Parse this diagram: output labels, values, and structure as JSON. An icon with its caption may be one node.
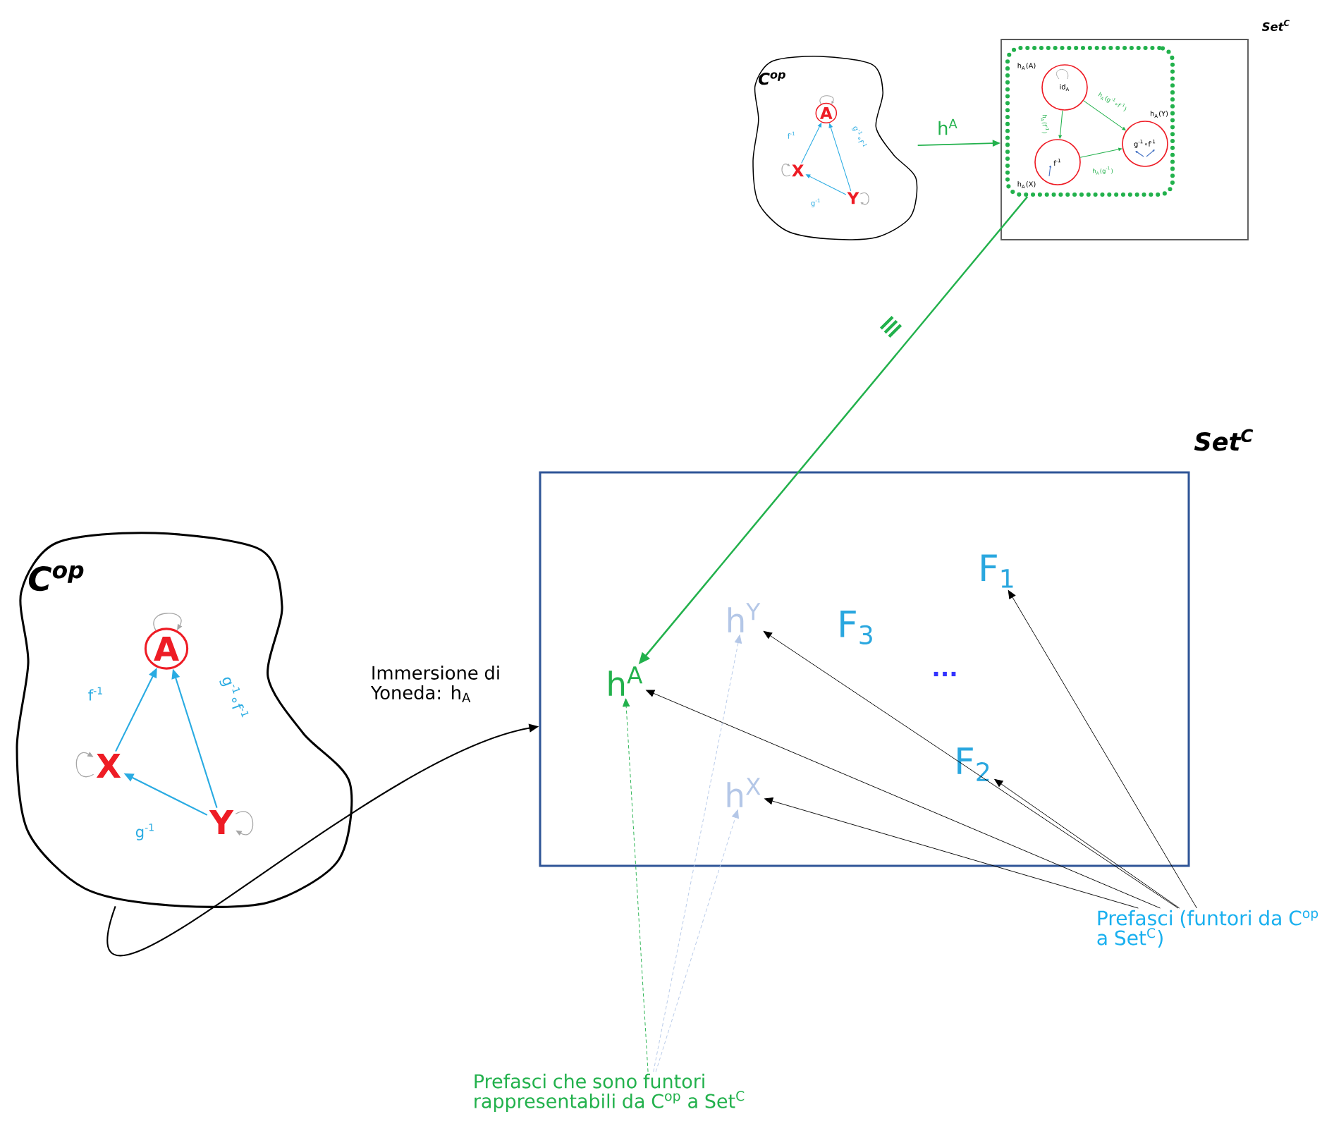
{
  "diagram": {
    "nodes": [
      {
        "text": [
          "C$^{op}$"
        ]
      },
      {
        "text": [
          "A"
        ],
        "in": 0
      },
      {
        "text": [
          "X"
        ],
        "in": 0
      },
      {
        "text": [
          "Y"
        ],
        "in": 0
      },
      {
        "text": [
          "Set$^{C}$"
        ]
      },
      {
        "text": [],
        "shape": "box",
        "in": 4
      },
      {
        "text": [
          "id$_{A}$"
        ],
        "beside": [
          "h$_{A}$(A)"
        ],
        "in": 5
      },
      {
        "text": [
          "f$^{-1}$"
        ],
        "beside": [
          "h$_{A}$(X)"
        ],
        "in": 5
      },
      {
        "text": [
          "g$^{-1}$∘f$^{-1}$"
        ],
        "beside": [
          "h$_{A}$(Y)"
        ],
        "in": 5
      },
      {
        "text": [
          "C$^{op}$"
        ]
      },
      {
        "text": [
          "A"
        ],
        "in": 9
      },
      {
        "text": [
          "X"
        ],
        "in": 9
      },
      {
        "text": [
          "Y"
        ],
        "in": 9
      },
      {
        "text": [
          "Set$^{C}$"
        ]
      },
      {
        "text": [
          "F$_{1}$"
        ],
        "in": 13
      },
      {
        "text": [
          "h$^{Y}$"
        ],
        "in": 13
      },
      {
        "text": [
          "F$_{3}$"
        ],
        "in": 13
      },
      {
        "text": [
          "h$^{A}$"
        ],
        "in": 13
      },
      {
        "text": [
          "F$_{2}$"
        ],
        "in": 13
      },
      {
        "text": [
          "h$^{X}$"
        ],
        "in": 13
      },
      {
        "text": [
          "Prefasci (funtori da C$^{op}$ a Set$^{C}$)"
        ]
      },
      {
        "text": [
          "Prefasci che sono funtori rappresentabili da C$^{op}$ a Set$^{C}$"
        ]
      }
    ],
    "edges": [
      {
        "from": 2,
        "to": 1,
        "arrow": "to",
        "label": "f$^{-1}$",
        "color": "#29abe2"
      },
      {
        "from": 3,
        "to": 1,
        "arrow": "to",
        "label": "g$^{-1}$∘f$^{-1}$",
        "color": "#29abe2"
      },
      {
        "from": 3,
        "to": 2,
        "arrow": "to",
        "label": "g$^{-1}$",
        "color": "#29abe2"
      },
      {
        "from": 1,
        "to": 1,
        "arrow": "to",
        "color": "#a6a6a6"
      },
      {
        "from": 2,
        "to": 2,
        "arrow": "to",
        "color": "#a6a6a6"
      },
      {
        "from": 3,
        "to": 3,
        "arrow": "to",
        "color": "#a6a6a6"
      },
      {
        "from": 0,
        "to": 4,
        "arrow": "to",
        "label": "h$^{A}$",
        "color": "#22b14c"
      },
      {
        "from": 6,
        "to": 7,
        "arrow": "to",
        "label": "h$_{A}$(f$^{-1}$)",
        "color": "#22b14c"
      },
      {
        "from": 6,
        "to": 8,
        "arrow": "to",
        "label": "h$_{A}$(g$^{-1}$∘f$^{-1}$)",
        "color": "#22b14c"
      },
      {
        "from": 7,
        "to": 8,
        "arrow": "to",
        "label": "h$_{A}$(g$^{-1}$)",
        "color": "#22b14c"
      },
      {
        "from": 11,
        "to": 10,
        "arrow": "to",
        "label": "f$^{-1}$",
        "color": "#29abe2"
      },
      {
        "from": 12,
        "to": 10,
        "arrow": "to",
        "label": "g$^{-1}$∘f$^{-1}$",
        "color": "#29abe2"
      },
      {
        "from": 12,
        "to": 11,
        "arrow": "to",
        "label": "g$^{-1}$",
        "color": "#29abe2"
      },
      {
        "from": 10,
        "to": 10,
        "arrow": "to",
        "color": "#a6a6a6"
      },
      {
        "from": 11,
        "to": 11,
        "arrow": "to",
        "color": "#a6a6a6"
      },
      {
        "from": 12,
        "to": 12,
        "arrow": "to",
        "color": "#a6a6a6"
      },
      {
        "from": 9,
        "to": 13,
        "arrow": "to",
        "label": "Immersione di Yoneda: h$_{A}$",
        "color": "#000000"
      },
      {
        "from": 5,
        "to": 17,
        "arrow": "to",
        "label": "≡",
        "color": "#22b14c"
      },
      {
        "from": 20,
        "to": 14,
        "arrow": "to",
        "color": "#000000"
      },
      {
        "from": 20,
        "to": 18,
        "arrow": "to",
        "color": "#000000"
      },
      {
        "from": 20,
        "to": 15,
        "arrow": "to",
        "color": "#000000"
      },
      {
        "from": 20,
        "to": 17,
        "arrow": "to",
        "color": "#000000"
      },
      {
        "from": 20,
        "to": 19,
        "arrow": "to",
        "color": "#000000"
      },
      {
        "from": 21,
        "to": 17,
        "arrow": "to",
        "style": "dashed",
        "color": "#22b14c"
      },
      {
        "from": 21,
        "to": 15,
        "arrow": "to",
        "style": "dashed",
        "color": "#b4c7e7"
      },
      {
        "from": 21,
        "to": 19,
        "arrow": "to",
        "style": "dashed",
        "color": "#b4c7e7"
      }
    ],
    "labels": [
      "..."
    ]
  }
}
